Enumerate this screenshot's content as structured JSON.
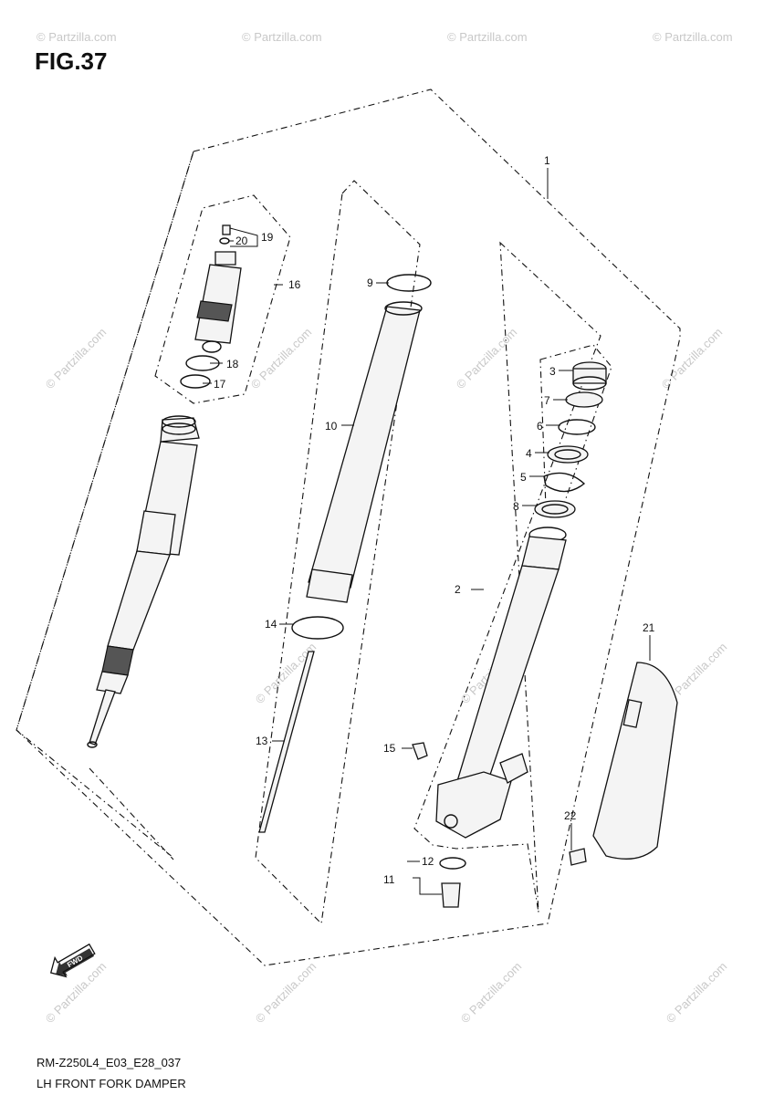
{
  "figure": {
    "title": "FIG.37",
    "code": "RM-Z250L4_E03_E28_037",
    "caption": "LH FRONT FORK DAMPER"
  },
  "watermark": {
    "text": "© Partzilla.com",
    "color": "#c8c8c8"
  },
  "callouts": [
    "1",
    "2",
    "3",
    "4",
    "5",
    "6",
    "7",
    "8",
    "9",
    "10",
    "11",
    "12",
    "13",
    "14",
    "15",
    "16",
    "17",
    "18",
    "19",
    "20",
    "21",
    "22"
  ],
  "fwd_badge": "FWD"
}
